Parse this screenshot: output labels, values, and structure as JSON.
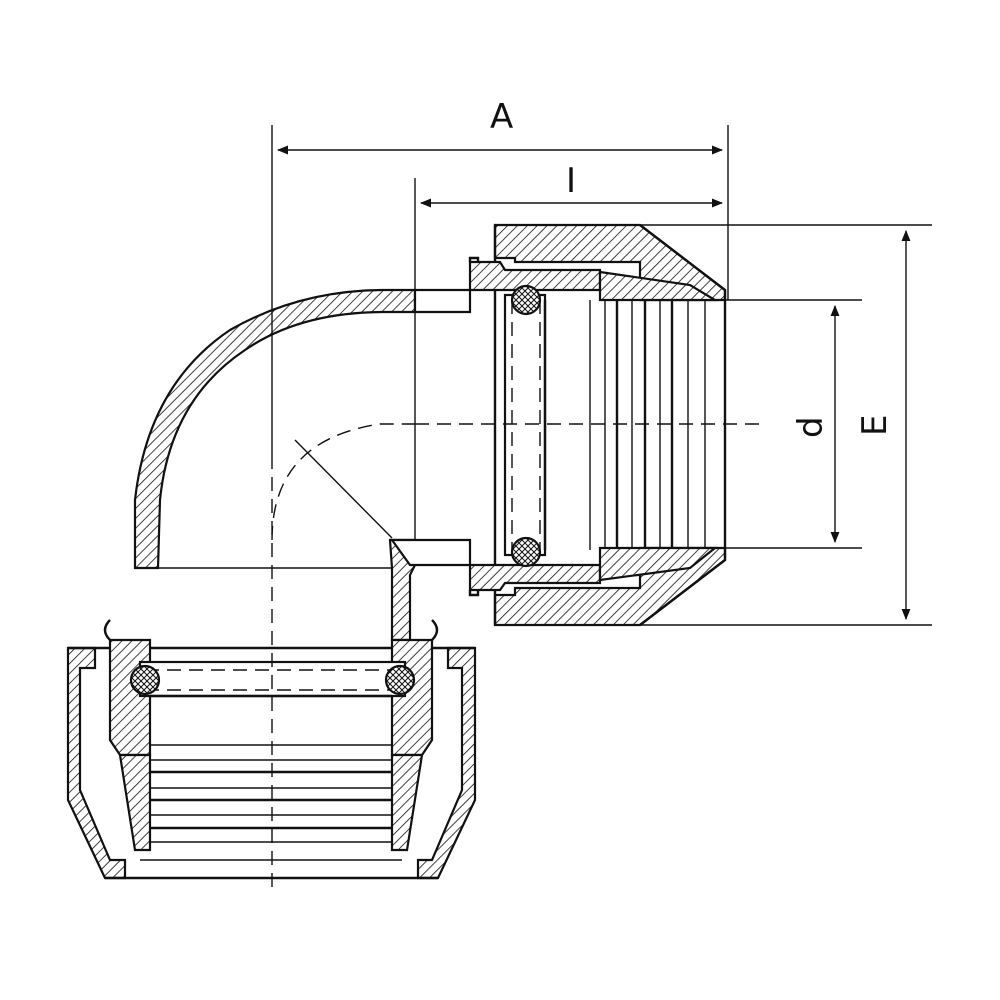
{
  "dimensions": {
    "a": "A",
    "l": "I",
    "d": "d",
    "e": "E"
  },
  "colors": {
    "line": "#111111",
    "background": "#ffffff"
  }
}
